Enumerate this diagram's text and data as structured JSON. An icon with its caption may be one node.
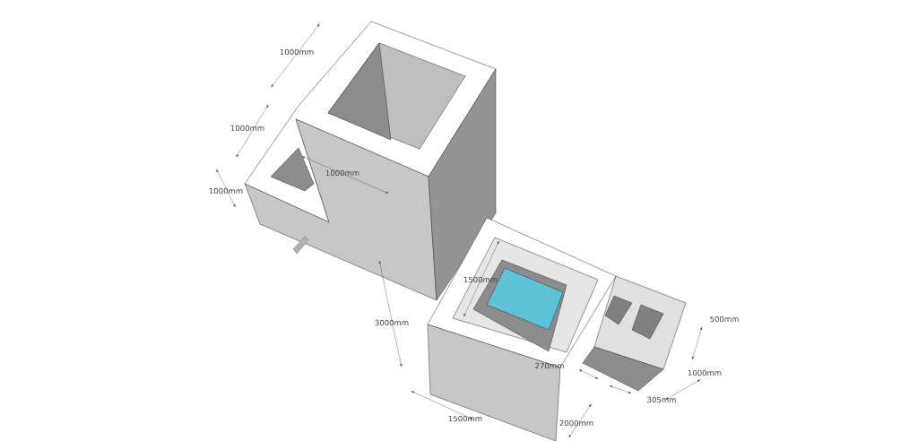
{
  "diagram": {
    "labels": [
      "1000mm",
      "1000mm",
      "1000mm",
      "1000mm",
      "1500mm",
      "3000mm",
      "500mm",
      "270mm",
      "1000mm",
      "305mm",
      "2000mm",
      "1500mm"
    ]
  }
}
